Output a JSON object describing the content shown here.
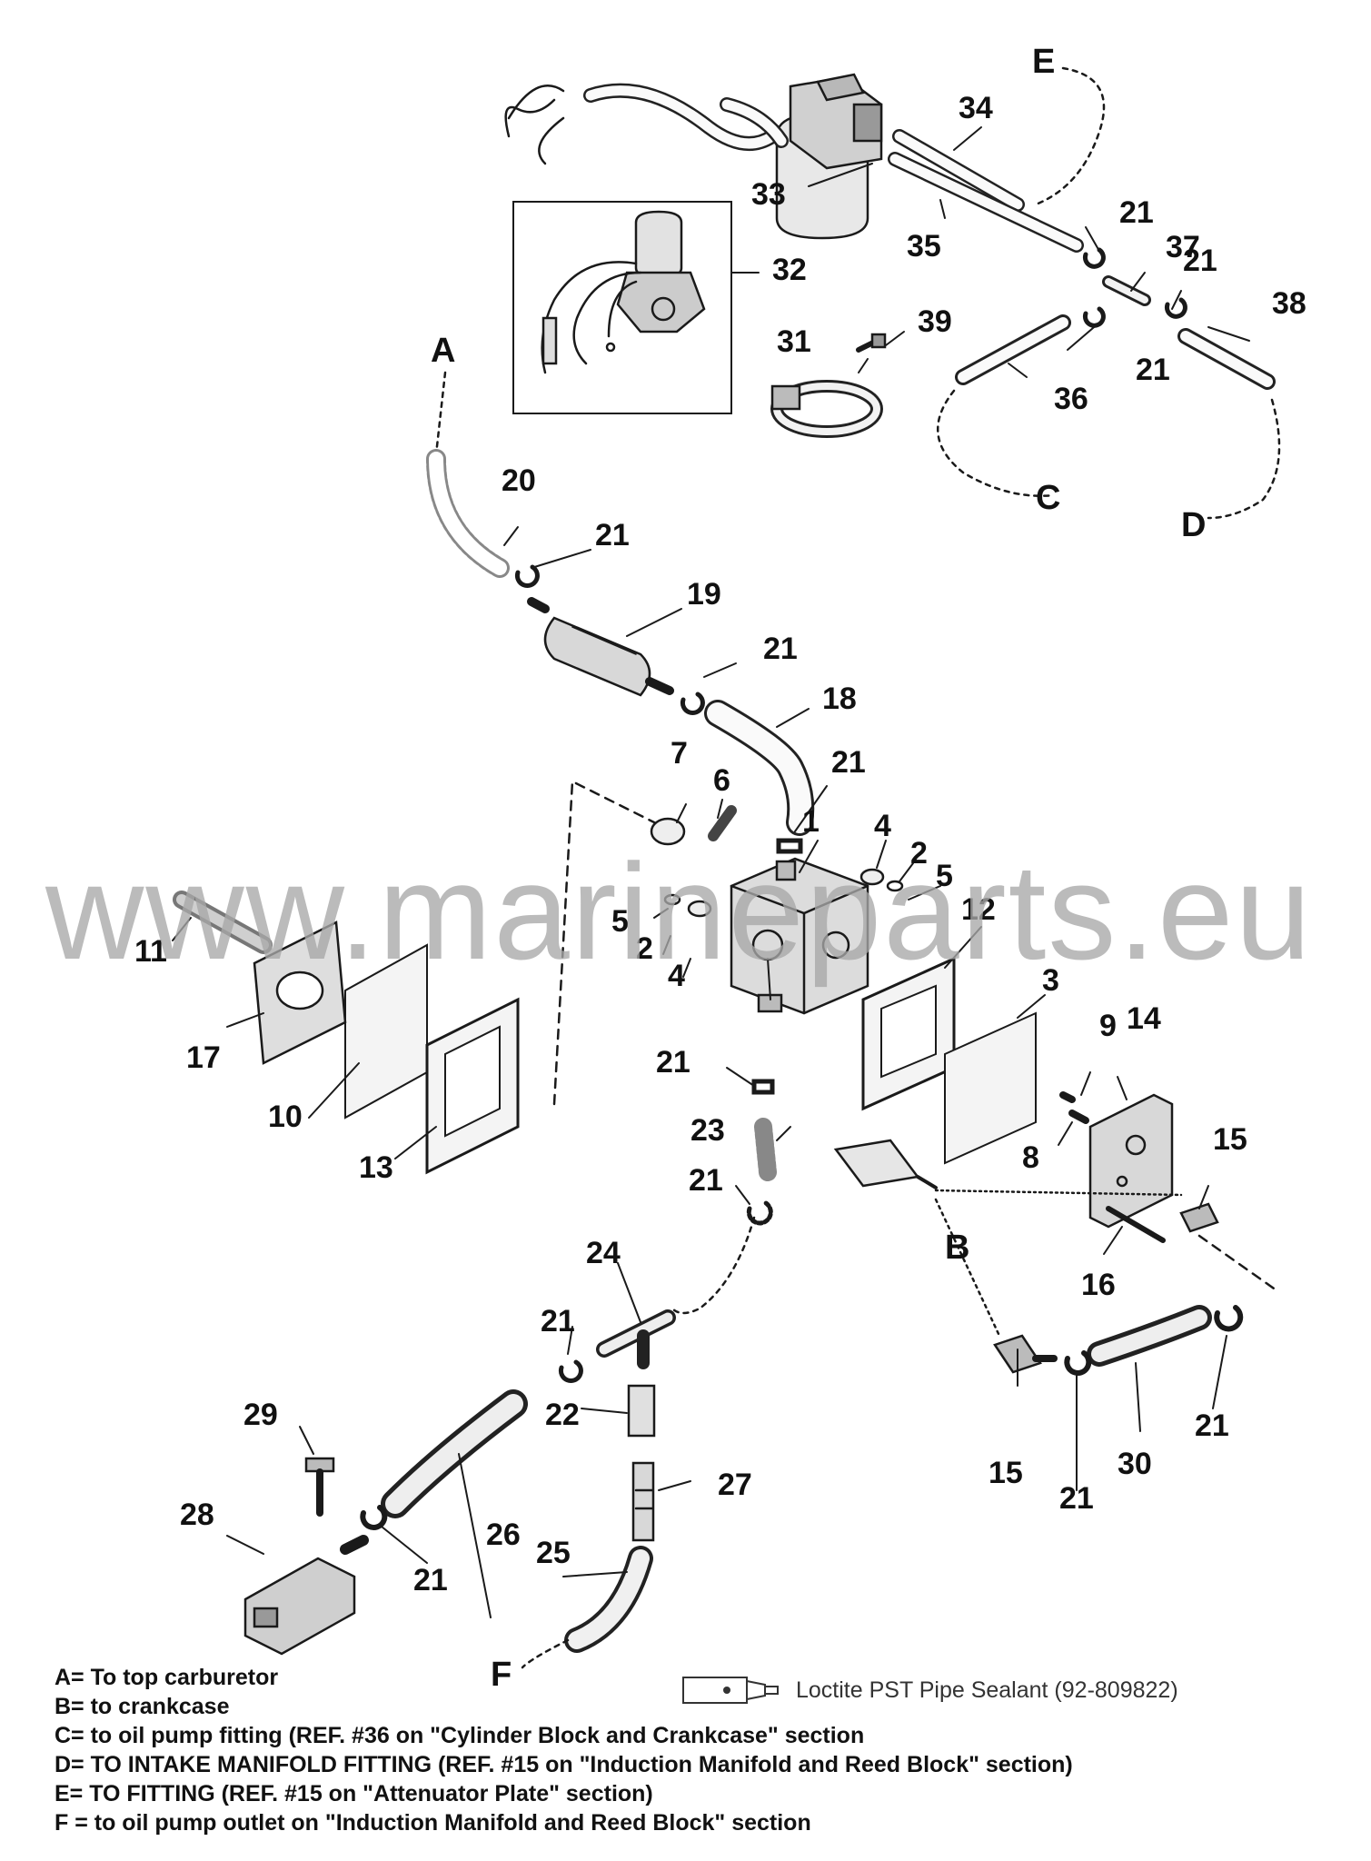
{
  "watermark": "www.marineparts.eu",
  "connectors": {
    "A": "A",
    "B": "B",
    "C": "C",
    "D": "D",
    "E": "E",
    "F": "F"
  },
  "callouts": [
    {
      "id": "c1",
      "text": "1"
    },
    {
      "id": "c2a",
      "text": "2"
    },
    {
      "id": "c2b",
      "text": "2"
    },
    {
      "id": "c3",
      "text": "3"
    },
    {
      "id": "c4a",
      "text": "4"
    },
    {
      "id": "c4b",
      "text": "4"
    },
    {
      "id": "c5a",
      "text": "5"
    },
    {
      "id": "c5b",
      "text": "5"
    },
    {
      "id": "c6",
      "text": "6"
    },
    {
      "id": "c7",
      "text": "7"
    },
    {
      "id": "c8",
      "text": "8"
    },
    {
      "id": "c9",
      "text": "9"
    },
    {
      "id": "c10",
      "text": "10"
    },
    {
      "id": "c11",
      "text": "11"
    },
    {
      "id": "c12",
      "text": "12"
    },
    {
      "id": "c13",
      "text": "13"
    },
    {
      "id": "c14",
      "text": "14"
    },
    {
      "id": "c15a",
      "text": "15"
    },
    {
      "id": "c15b",
      "text": "15"
    },
    {
      "id": "c16",
      "text": "16"
    },
    {
      "id": "c17",
      "text": "17"
    },
    {
      "id": "c18",
      "text": "18"
    },
    {
      "id": "c19",
      "text": "19"
    },
    {
      "id": "c20",
      "text": "20"
    },
    {
      "id": "c21a",
      "text": "21"
    },
    {
      "id": "c21b",
      "text": "21"
    },
    {
      "id": "c21c",
      "text": "21"
    },
    {
      "id": "c21d",
      "text": "21"
    },
    {
      "id": "c21e",
      "text": "21"
    },
    {
      "id": "c21f",
      "text": "21"
    },
    {
      "id": "c21g",
      "text": "21"
    },
    {
      "id": "c21h",
      "text": "21"
    },
    {
      "id": "c21i",
      "text": "21"
    },
    {
      "id": "c21j",
      "text": "21"
    },
    {
      "id": "c21k",
      "text": "21"
    },
    {
      "id": "c21l",
      "text": "21"
    },
    {
      "id": "c21m",
      "text": "21"
    },
    {
      "id": "c22",
      "text": "22"
    },
    {
      "id": "c23",
      "text": "23"
    },
    {
      "id": "c24",
      "text": "24"
    },
    {
      "id": "c25",
      "text": "25"
    },
    {
      "id": "c26",
      "text": "26"
    },
    {
      "id": "c27",
      "text": "27"
    },
    {
      "id": "c28",
      "text": "28"
    },
    {
      "id": "c29",
      "text": "29"
    },
    {
      "id": "c30",
      "text": "30"
    },
    {
      "id": "c31",
      "text": "31"
    },
    {
      "id": "c32",
      "text": "32"
    },
    {
      "id": "c33",
      "text": "33"
    },
    {
      "id": "c34",
      "text": "34"
    },
    {
      "id": "c35",
      "text": "35"
    },
    {
      "id": "c36",
      "text": "36"
    },
    {
      "id": "c37",
      "text": "37"
    },
    {
      "id": "c38",
      "text": "38"
    },
    {
      "id": "c39",
      "text": "39"
    }
  ],
  "legend": [
    "A= To top carburetor",
    "B= to crankcase",
    "C= to oil pump fitting (REF. #36 on \"Cylinder Block and Crankcase\" section",
    "D= TO INTAKE MANIFOLD FITTING (REF. #15 on \"Induction Manifold and Reed Block\" section)",
    "E= TO FITTING (REF. #15 on \"Attenuator Plate\" section)",
    "F = to oil pump outlet on \"Induction Manifold and Reed Block\" section"
  ],
  "sealant": {
    "label": "Loctite PST Pipe Sealant (92-809822)"
  }
}
